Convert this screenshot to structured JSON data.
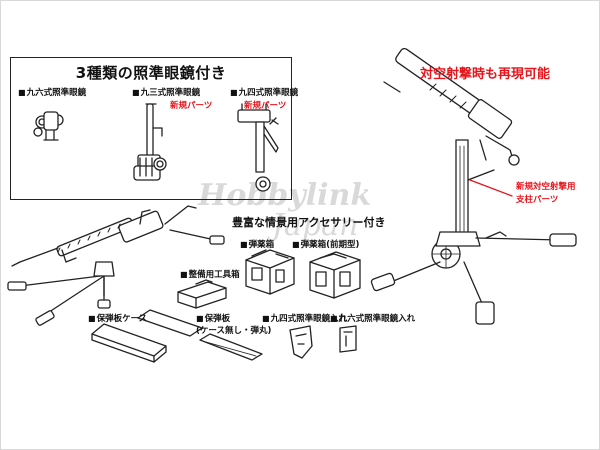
{
  "scope_box": {
    "title": "3種類の照準眼鏡付き",
    "items": [
      {
        "label": "九六式照準眼鏡",
        "tag": ""
      },
      {
        "label": "九三式照準眼鏡",
        "tag": "新規パーツ"
      },
      {
        "label": "九四式照準眼鏡",
        "tag": "新規パーツ"
      }
    ]
  },
  "antiair": {
    "heading": "対空射撃時も再現可能",
    "support_label_line1": "新規対空射撃用",
    "support_label_line2": "支柱パーツ"
  },
  "accessories": {
    "heading": "豊富な情景用アクセサリー付き",
    "items": {
      "ammo_box": "弾薬箱",
      "ammo_box_early": "弾薬箱(前期型)",
      "tool_box": "整備用工具箱",
      "plate_case": "保弾板ケース",
      "plate": "保弾板",
      "plate_note": "(ケース無し・弾丸)",
      "case_94": "九四式照準眼鏡入れ",
      "case_96": "九六式照準眼鏡入れ"
    }
  },
  "watermark": {
    "line1": "Hobbylink",
    "line2": "Japan"
  },
  "colors": {
    "accent": "#e8141b",
    "line": "#222222",
    "watermark": "#d9d9d9"
  }
}
